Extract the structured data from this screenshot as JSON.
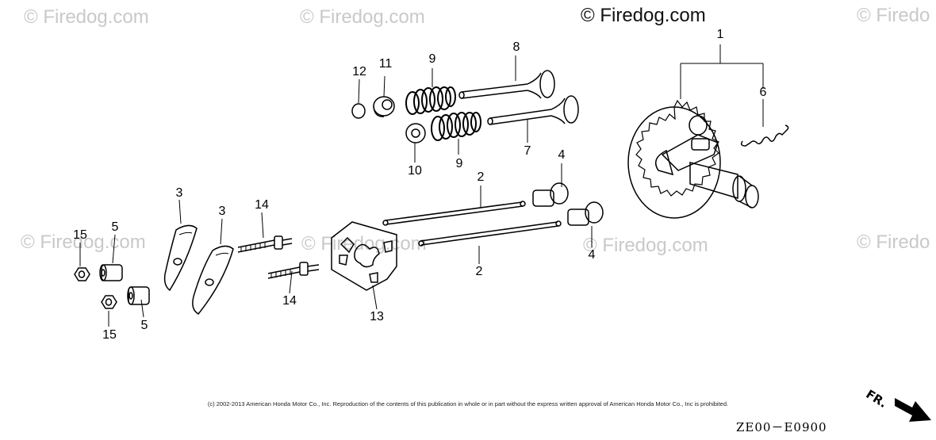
{
  "watermarks": {
    "light_text": "© Firedog.com",
    "light_text_cut": "© Firedo",
    "dark_text": "© Firedog.com"
  },
  "callouts": {
    "c1": "1",
    "c2a": "2",
    "c2b": "2",
    "c3a": "3",
    "c3b": "3",
    "c4a": "4",
    "c4b": "4",
    "c5a": "5",
    "c5b": "5",
    "c6": "6",
    "c7": "7",
    "c8": "8",
    "c9a": "9",
    "c9b": "9",
    "c10": "10",
    "c11": "11",
    "c12": "12",
    "c13": "13",
    "c14a": "14",
    "c14b": "14",
    "c15a": "15",
    "c15b": "15"
  },
  "footer": {
    "copyright": "(c) 2002-2013 American Honda Motor Co., Inc. Reproduction of the contents of this publication in whole or in part without the express written approval of American Honda Motor Co., Inc is prohibited.",
    "diagram_code": "ZE00－E0900",
    "front_label": "FR."
  }
}
